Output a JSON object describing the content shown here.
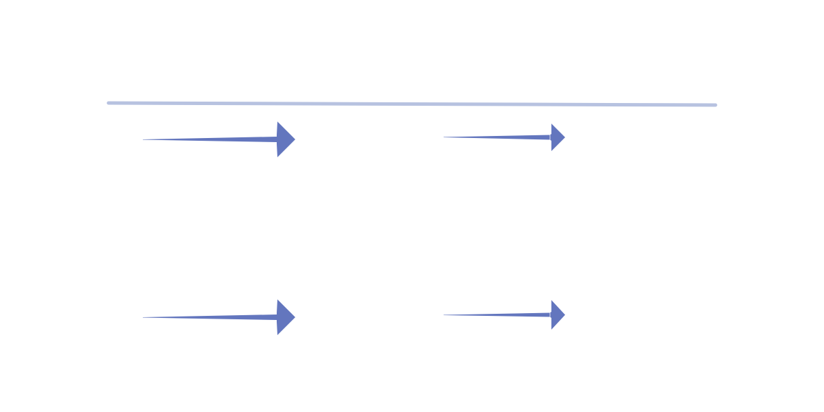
{
  "colors": {
    "arrow": "#6376BE",
    "divider": "#B7C2E0",
    "background": "#FFFFFF"
  },
  "arrows": [
    {
      "name": "arrow-top-left",
      "direction": "right",
      "icon": "right-arrow-icon"
    },
    {
      "name": "arrow-top-right",
      "direction": "right",
      "icon": "right-arrow-icon"
    },
    {
      "name": "arrow-bottom-left",
      "direction": "right",
      "icon": "right-arrow-icon"
    },
    {
      "name": "arrow-bottom-right",
      "direction": "right",
      "icon": "right-arrow-icon"
    }
  ]
}
